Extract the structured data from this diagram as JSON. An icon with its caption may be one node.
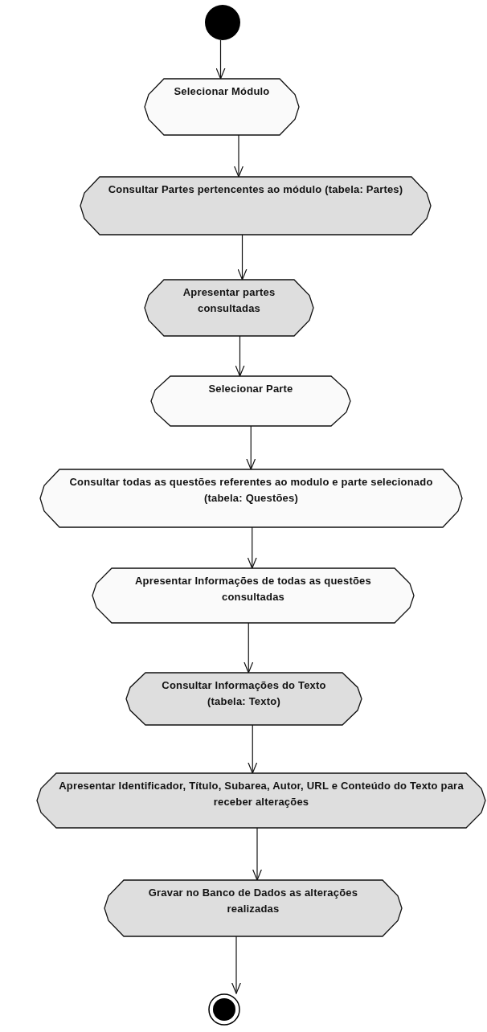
{
  "diagram": {
    "nodes": [
      {
        "text": [],
        "shape": "circle"
      },
      {
        "text": [
          "Selecionar Módulo"
        ]
      },
      {
        "text": [
          "Consultar Partes pertencentes ao módulo (tabela: Partes)"
        ]
      },
      {
        "text": [
          "Apresentar partes consultadas"
        ]
      },
      {
        "text": [
          "Selecionar Parte"
        ]
      },
      {
        "text": [
          "Consultar todas as questões referentes ao modulo e parte selecionado (tabela: Questões)"
        ]
      },
      {
        "text": [
          "Apresentar Informações de todas as questões consultadas"
        ]
      },
      {
        "text": [
          "Consultar Informações do Texto (tabela: Texto)"
        ]
      },
      {
        "text": [
          "Apresentar Identificador, Título, Subarea, Autor, URL e Conteúdo do Texto para receber alterações"
        ]
      },
      {
        "text": [
          "Gravar no Banco de Dados as alterações realizadas"
        ]
      },
      {
        "text": [],
        "shape": "bullseye"
      }
    ],
    "edges": [
      {
        "from": 0,
        "to": 1,
        "arrow": "to"
      },
      {
        "from": 1,
        "to": 2,
        "arrow": "to"
      },
      {
        "from": 2,
        "to": 3,
        "arrow": "to"
      },
      {
        "from": 3,
        "to": 4,
        "arrow": "to"
      },
      {
        "from": 4,
        "to": 5,
        "arrow": "to"
      },
      {
        "from": 5,
        "to": 6,
        "arrow": "to"
      },
      {
        "from": 6,
        "to": 7,
        "arrow": "to"
      },
      {
        "from": 7,
        "to": 8,
        "arrow": "to"
      },
      {
        "from": 8,
        "to": 9,
        "arrow": "to"
      },
      {
        "from": 9,
        "to": 10,
        "arrow": "to"
      }
    ]
  }
}
